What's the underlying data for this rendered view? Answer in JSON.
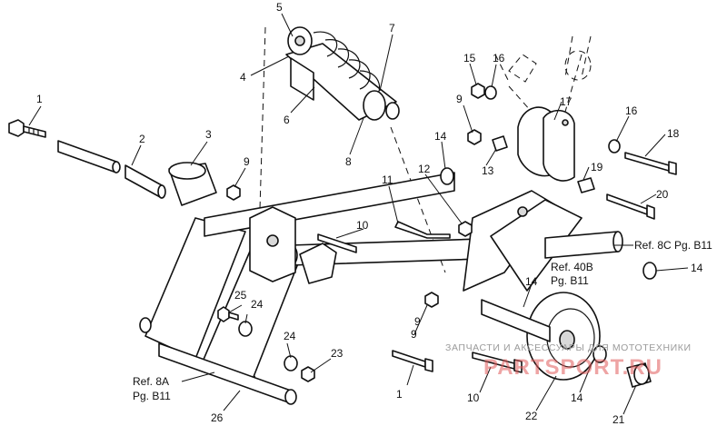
{
  "callouts": [
    {
      "id": "c1a",
      "text": "1"
    },
    {
      "id": "c2",
      "text": "2"
    },
    {
      "id": "c3",
      "text": "3"
    },
    {
      "id": "c4",
      "text": "4"
    },
    {
      "id": "c5",
      "text": "5"
    },
    {
      "id": "c6",
      "text": "6"
    },
    {
      "id": "c7",
      "text": "7"
    },
    {
      "id": "c8",
      "text": "8"
    },
    {
      "id": "c9a",
      "text": "9"
    },
    {
      "id": "c9b",
      "text": "9"
    },
    {
      "id": "c9c",
      "text": "9"
    },
    {
      "id": "c9d",
      "text": "9"
    },
    {
      "id": "c10a",
      "text": "10"
    },
    {
      "id": "c10b",
      "text": "10"
    },
    {
      "id": "c11",
      "text": "11"
    },
    {
      "id": "c12",
      "text": "12"
    },
    {
      "id": "c13",
      "text": "13"
    },
    {
      "id": "c14a",
      "text": "14"
    },
    {
      "id": "c14b",
      "text": "14"
    },
    {
      "id": "c14c",
      "text": "14"
    },
    {
      "id": "c14d",
      "text": "14"
    },
    {
      "id": "c15",
      "text": "15"
    },
    {
      "id": "c16a",
      "text": "16"
    },
    {
      "id": "c16b",
      "text": "16"
    },
    {
      "id": "c17",
      "text": "17"
    },
    {
      "id": "c18",
      "text": "18"
    },
    {
      "id": "c19",
      "text": "19"
    },
    {
      "id": "c20",
      "text": "20"
    },
    {
      "id": "c21",
      "text": "21"
    },
    {
      "id": "c22",
      "text": "22"
    },
    {
      "id": "c23",
      "text": "23"
    },
    {
      "id": "c24a",
      "text": "24"
    },
    {
      "id": "c24b",
      "text": "24"
    },
    {
      "id": "c25",
      "text": "25"
    },
    {
      "id": "c26",
      "text": "26"
    },
    {
      "id": "c1b",
      "text": "1"
    }
  ],
  "references": {
    "ref_8c": "Ref. 8C Pg. B11",
    "ref_40b_line1": "Ref. 40B",
    "ref_40b_line2": "Pg. B11",
    "ref_8a_line1": "Ref. 8A",
    "ref_8a_line2": "Pg. B11"
  },
  "watermark": {
    "text": "ЗАПЧАСТИ И АКСЕССУАРЫ ДЛЯ МОТОТЕХНИКИ",
    "brand": "PARTSPORT.RU",
    "color": "#e05a5a"
  }
}
